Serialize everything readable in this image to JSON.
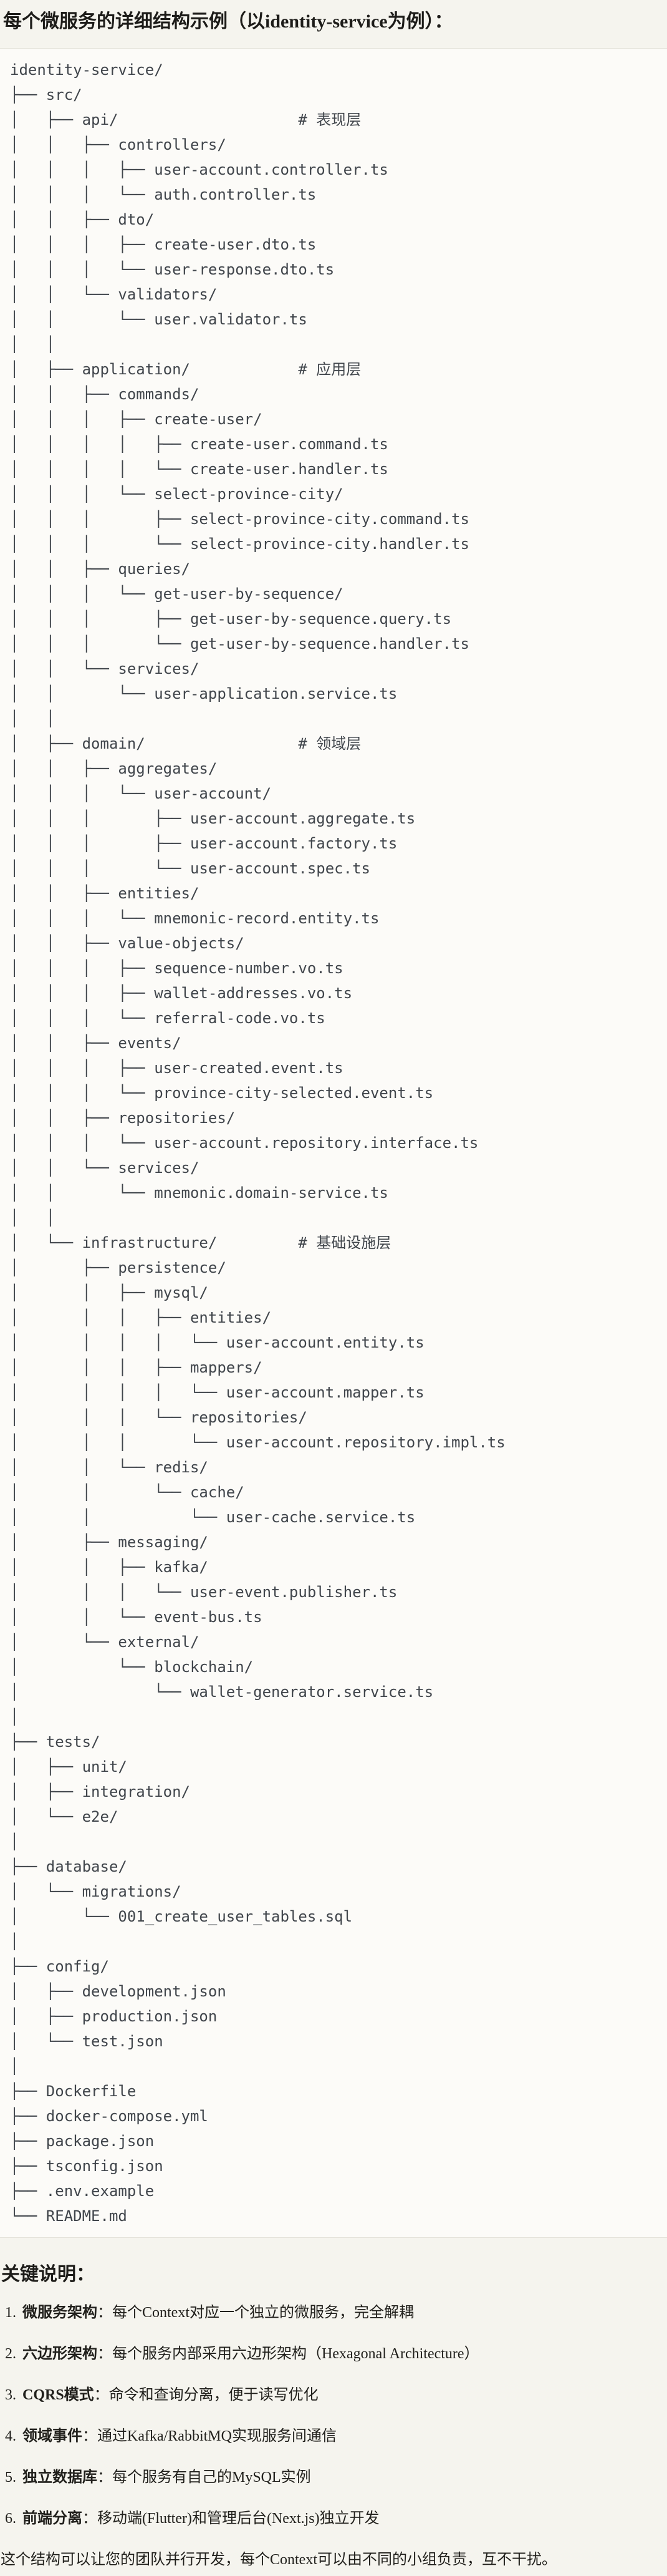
{
  "page": {
    "title": "每个微服务的详细结构示例（以identity-service为例）：",
    "tree": "identity-service/\n├── src/\n│   ├── api/                    # 表现层\n│   │   ├── controllers/\n│   │   │   ├── user-account.controller.ts\n│   │   │   └── auth.controller.ts\n│   │   ├── dto/\n│   │   │   ├── create-user.dto.ts\n│   │   │   └── user-response.dto.ts\n│   │   └── validators/\n│   │       └── user.validator.ts\n│   │\n│   ├── application/            # 应用层\n│   │   ├── commands/\n│   │   │   ├── create-user/\n│   │   │   │   ├── create-user.command.ts\n│   │   │   │   └── create-user.handler.ts\n│   │   │   └── select-province-city/\n│   │   │       ├── select-province-city.command.ts\n│   │   │       └── select-province-city.handler.ts\n│   │   ├── queries/\n│   │   │   └── get-user-by-sequence/\n│   │   │       ├── get-user-by-sequence.query.ts\n│   │   │       └── get-user-by-sequence.handler.ts\n│   │   └── services/\n│   │       └── user-application.service.ts\n│   │\n│   ├── domain/                 # 领域层\n│   │   ├── aggregates/\n│   │   │   └── user-account/\n│   │   │       ├── user-account.aggregate.ts\n│   │   │       ├── user-account.factory.ts\n│   │   │       └── user-account.spec.ts\n│   │   ├── entities/\n│   │   │   └── mnemonic-record.entity.ts\n│   │   ├── value-objects/\n│   │   │   ├── sequence-number.vo.ts\n│   │   │   ├── wallet-addresses.vo.ts\n│   │   │   └── referral-code.vo.ts\n│   │   ├── events/\n│   │   │   ├── user-created.event.ts\n│   │   │   └── province-city-selected.event.ts\n│   │   ├── repositories/\n│   │   │   └── user-account.repository.interface.ts\n│   │   └── services/\n│   │       └── mnemonic.domain-service.ts\n│   │\n│   └── infrastructure/         # 基础设施层\n│       ├── persistence/\n│       │   ├── mysql/\n│       │   │   ├── entities/\n│       │   │   │   └── user-account.entity.ts\n│       │   │   ├── mappers/\n│       │   │   │   └── user-account.mapper.ts\n│       │   │   └── repositories/\n│       │   │       └── user-account.repository.impl.ts\n│       │   └── redis/\n│       │       └── cache/\n│       │           └── user-cache.service.ts\n│       ├── messaging/\n│       │   ├── kafka/\n│       │   │   └── user-event.publisher.ts\n│       │   └── event-bus.ts\n│       └── external/\n│           └── blockchain/\n│               └── wallet-generator.service.ts\n│\n├── tests/\n│   ├── unit/\n│   ├── integration/\n│   └── e2e/\n│\n├── database/\n│   └── migrations/\n│       └── 001_create_user_tables.sql\n│\n├── config/\n│   ├── development.json\n│   ├── production.json\n│   └── test.json\n│\n├── Dockerfile\n├── docker-compose.yml\n├── package.json\n├── tsconfig.json\n├── .env.example\n└── README.md",
    "notes": {
      "heading": "关键说明：",
      "items": [
        {
          "num": "1.",
          "term": "微服务架构",
          "rest": "：每个Context对应一个独立的微服务，完全解耦"
        },
        {
          "num": "2.",
          "term": "六边形架构",
          "rest": "：每个服务内部采用六边形架构（Hexagonal Architecture）"
        },
        {
          "num": "3.",
          "term": "CQRS模式",
          "rest": "：命令和查询分离，便于读写优化"
        },
        {
          "num": "4.",
          "term": "领域事件",
          "rest": "：通过Kafka/RabbitMQ实现服务间通信"
        },
        {
          "num": "5.",
          "term": "独立数据库",
          "rest": "：每个服务有自己的MySQL实例"
        },
        {
          "num": "6.",
          "term": "前端分离",
          "rest": "：移动端(Flutter)和管理后台(Next.js)独立开发"
        }
      ],
      "footer": "这个结构可以让您的团队并行开发，每个Context可以由不同的小组负责，互不干扰。"
    }
  }
}
